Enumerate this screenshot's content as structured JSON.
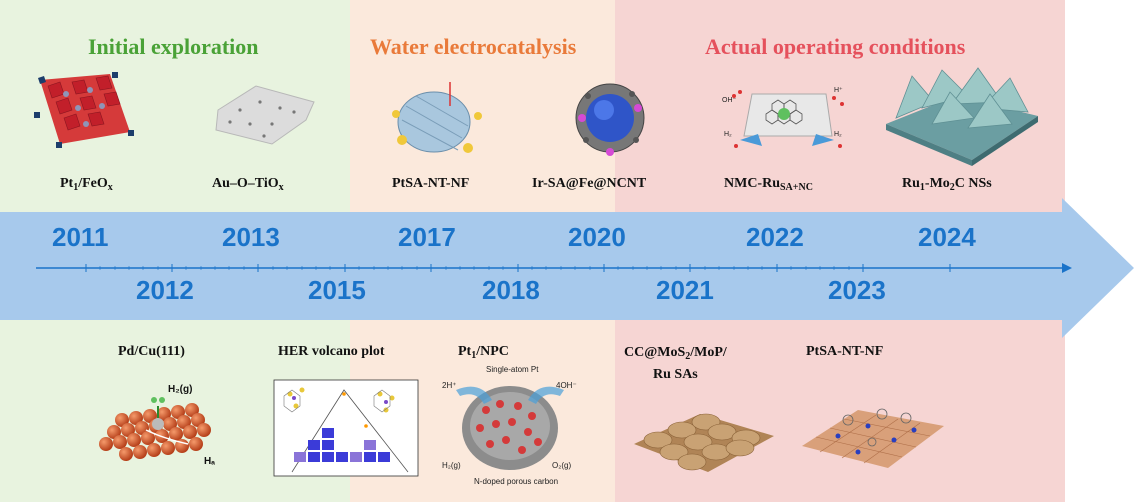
{
  "colors": {
    "phase1": "#e8f3df",
    "phase2": "#fbe9dc",
    "phase3": "#f6d5d3",
    "arrow": "#a7c9ec",
    "axis": "#1a73c9",
    "phase1_title": "#4aa237",
    "phase2_title": "#e97a3a",
    "phase3_title": "#e5515c"
  },
  "phases": [
    {
      "title": "Initial exploration"
    },
    {
      "title": "Water electrocatalysis"
    },
    {
      "title": "Actual operating conditions"
    }
  ],
  "years_top": [
    "2011",
    "2013",
    "2017",
    "2020",
    "2022",
    "2024"
  ],
  "years_bottom": [
    "2012",
    "2015",
    "2018",
    "2021",
    "2023"
  ],
  "top_items": [
    {
      "main": "Pt",
      "sub1": "1",
      "mid": "/FeO",
      "sub2": "x",
      "end": ""
    },
    {
      "main": "Au–O–TiO",
      "sub1": "x",
      "mid": "",
      "sub2": "",
      "end": ""
    },
    {
      "main": "PtSA-NT-NF",
      "sub1": "",
      "mid": "",
      "sub2": "",
      "end": ""
    },
    {
      "main": "Ir-SA@Fe@NCNT",
      "sub1": "",
      "mid": "",
      "sub2": "",
      "end": ""
    },
    {
      "main": "NMC-Ru",
      "sub1": "SA+NC",
      "mid": "",
      "sub2": "",
      "end": ""
    },
    {
      "main": "Ru",
      "sub1": "1",
      "mid": "-Mo",
      "sub2": "2",
      "end": "C NSs"
    }
  ],
  "bottom_items": [
    {
      "main": "Pd/Cu(111)"
    },
    {
      "main": "HER volcano plot"
    },
    {
      "main": "Pt",
      "sub1": "1",
      "end": "/NPC"
    },
    {
      "line1a": "CC@MoS",
      "line1sub": "2",
      "line1b": "/MoP/",
      "line2": "Ru SAs"
    },
    {
      "main": "PtSA-NT-NF"
    }
  ],
  "figure_text": {
    "h2g": "H₂(g)",
    "ha": "Hₐ",
    "single_atom": "Single-atom Pt",
    "two_h": "2H⁺",
    "four_oh": "4OH⁻",
    "h2g_small": "H₂(g)",
    "o2g": "O₂(g)",
    "porous": "N-doped porous carbon",
    "oh": "OH⁻",
    "hplus": "H⁺",
    "h2": "H₂"
  }
}
